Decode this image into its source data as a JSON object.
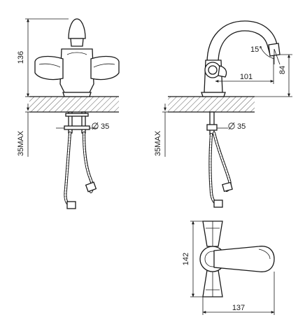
{
  "front_view": {
    "height_label": "136",
    "diameter_label": "35",
    "max_label": "35MAX"
  },
  "side_view": {
    "reach_label": "101",
    "height_label": "84",
    "angle_label": "15°",
    "diameter_label": "35",
    "max_label": "35MAX"
  },
  "top_view": {
    "depth_label": "142",
    "width_label": "137"
  },
  "icons": [
    "diameter-icon"
  ],
  "colors": {
    "line": "#1a1a1a",
    "background": "#ffffff"
  }
}
